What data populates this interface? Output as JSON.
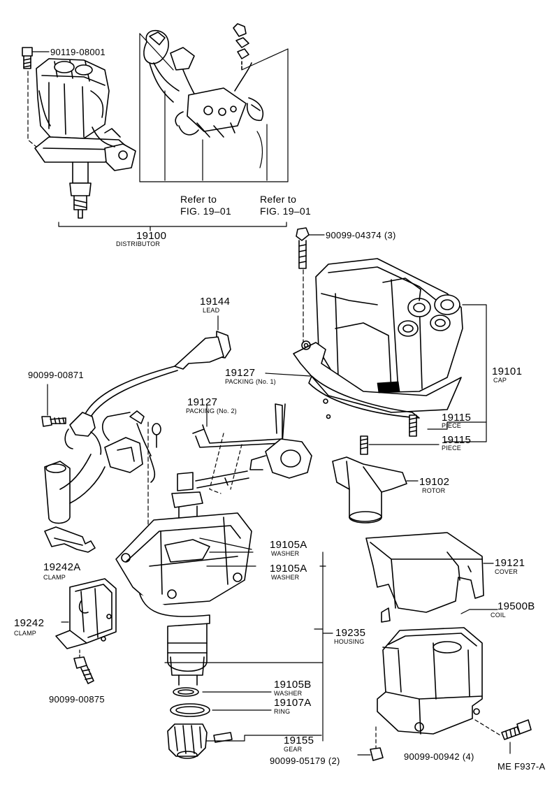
{
  "colors": {
    "ink": "#000000",
    "paper": "#ffffff"
  },
  "parts": {
    "distributor": {
      "number": "19100",
      "name": "DISTRIBUTOR"
    },
    "bolt_top": {
      "number": "90119-08001"
    },
    "refer_left": {
      "line1": "Refer to",
      "line2": "FIG. 19–01"
    },
    "refer_right": {
      "line1": "Refer to",
      "line2": "FIG. 19–01"
    },
    "cap_screw": {
      "number": "90099-04374 (3)"
    },
    "lead": {
      "number": "19144",
      "name": "LEAD"
    },
    "bolt_lead": {
      "number": "90099-00871"
    },
    "packing1": {
      "number": "19127",
      "name": "PACKING (No. 1)"
    },
    "packing2": {
      "number": "19127",
      "name": "PACKING (No. 2)"
    },
    "cap": {
      "number": "19101",
      "name": "CAP"
    },
    "piece_a": {
      "number": "19115",
      "name": "PIECE"
    },
    "piece_b": {
      "number": "19115",
      "name": "PIECE"
    },
    "rotor": {
      "number": "19102",
      "name": "ROTOR"
    },
    "washer_a": {
      "number": "19105A",
      "name": "WASHER"
    },
    "washer_b": {
      "number": "19105A",
      "name": "WASHER"
    },
    "clamp_a": {
      "number": "19242A",
      "name": "CLAMP"
    },
    "clamp": {
      "number": "19242",
      "name": "CLAMP"
    },
    "cover": {
      "number": "19121",
      "name": "COVER"
    },
    "coil": {
      "number": "19500B",
      "name": "COIL"
    },
    "housing": {
      "number": "19235",
      "name": "HOUSING"
    },
    "bolt_clamp": {
      "number": "90099-00875"
    },
    "washer_c": {
      "number": "19105B",
      "name": "WASHER"
    },
    "ring": {
      "number": "19107A",
      "name": "RING"
    },
    "gear": {
      "number": "19155",
      "name": "GEAR"
    },
    "pin": {
      "number": "90099-05179 (2)"
    },
    "coil_screw": {
      "number": "90099-00942 (4)"
    },
    "figure_code": {
      "text": "ME F937-A"
    }
  }
}
